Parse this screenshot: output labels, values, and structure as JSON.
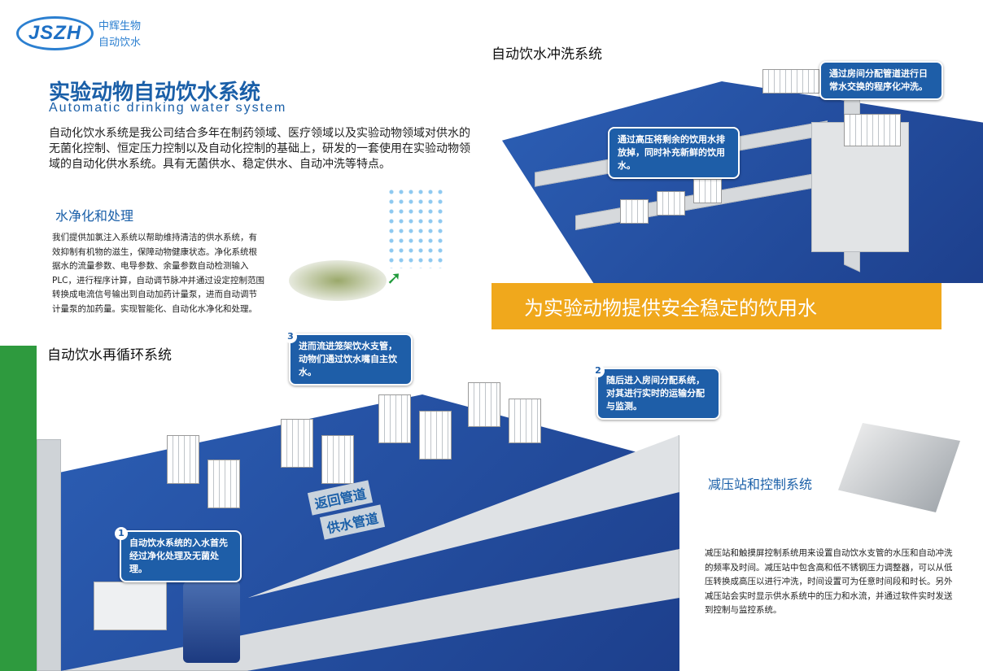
{
  "logo": {
    "mark": "JSZH",
    "line1": "中辉生物",
    "line2": "自动饮水"
  },
  "header": {
    "title": "实验动物自动饮水系统",
    "subtitle": "Automatic drinking water system"
  },
  "intro": "自动化饮水系统是我公司结合多年在制药领域、医疗领域以及实验动物领域对供水的无菌化控制、恒定压力控制以及自动化控制的基础上，研发的一套使用在实验动物领域的自动化供水系统。具有无菌供水、稳定供水、自动冲洗等特点。",
  "purification": {
    "heading": "水净化和处理",
    "text": "我们提供加氯注入系统以帮助维持清洁的供水系统，有效抑制有机物的滋生，保障动物健康状态。净化系统根据水的流量参数、电导参数、余量参数自动检测输入PLC，进行程序计算，自动调节脉冲并通过设定控制范围转换成电流信号输出到自动加药计量泵，进而自动调节计量泵的加药量。实现智能化、自动化水净化和处理。"
  },
  "flush": {
    "heading": "自动饮水冲洗系统",
    "callout1": "通过房间分配管道进行日常水交换的程序化冲洗。",
    "callout2": "通过高压将剩余的饮用水排放掉，同时补充新鲜的饮用水。"
  },
  "banner": "为实验动物提供安全稳定的饮用水",
  "recirc": {
    "heading": "自动饮水再循环系统",
    "steps": [
      {
        "num": "1",
        "text": "自动饮水系统的入水首先经过净化处理及无菌处理。"
      },
      {
        "num": "2",
        "text": "随后进入房间分配系统，对其进行实时的运输分配与监测。"
      },
      {
        "num": "3",
        "text": "进而流进笼架饮水支管，动物们通过饮水嘴自主饮水。"
      }
    ],
    "return_pipe": "返回管道",
    "supply_pipe": "供水管道"
  },
  "pressure": {
    "heading": "减压站和控制系统",
    "text": "减压站和触摸屏控制系统用来设置自动饮水支管的水压和自动冲洗的频率及时间。减压站中包含高和低不锈钢压力调整器，可以从低压转换成高压以进行冲洗，时间设置可为任意时间段和时长。另外减压站会实时显示供水系统中的压力和水流，并通过软件实时发送到控制与监控系统。"
  }
}
